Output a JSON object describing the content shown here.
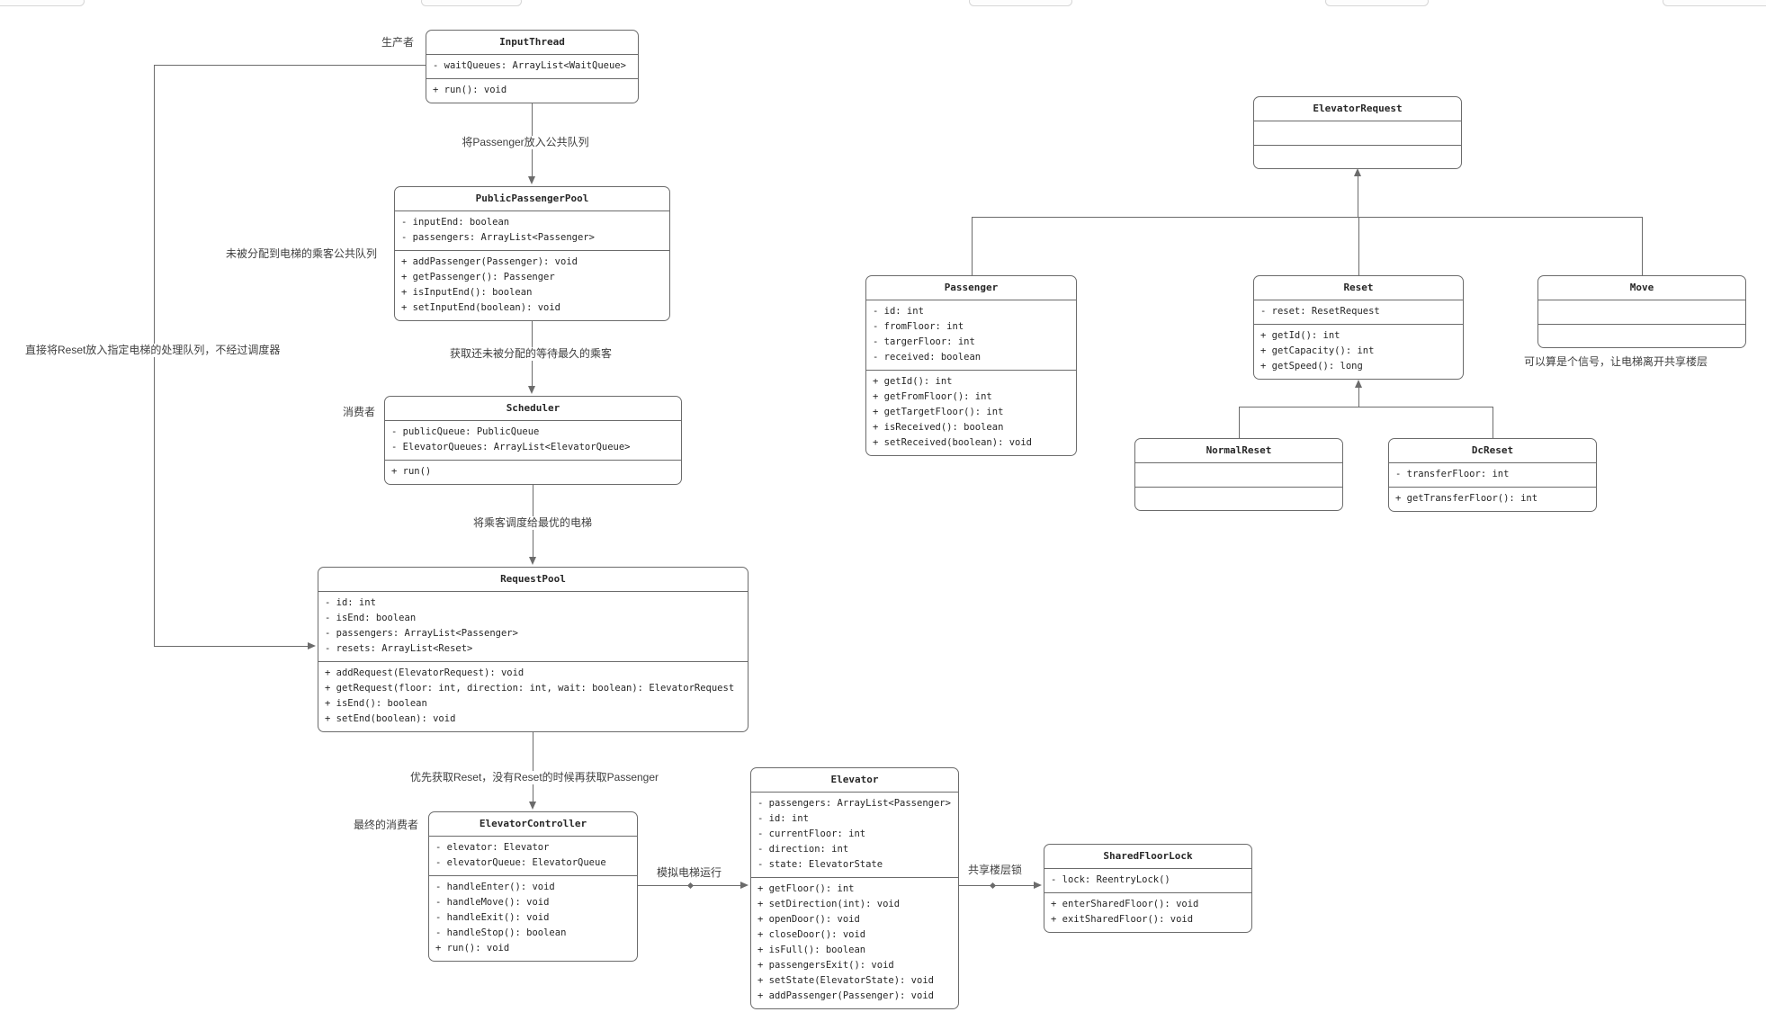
{
  "diagram": {
    "kind": "uml-class-diagram",
    "line_color": "#6b6b6b",
    "background": "#ffffff"
  },
  "classes": [
    {
      "name": "InputThread",
      "attributes": [
        "- waitQueues: ArrayList<WaitQueue>"
      ],
      "methods": [
        "+ run(): void"
      ]
    },
    {
      "name": "PublicPassengerPool",
      "attributes": [
        "- inputEnd: boolean",
        "- passengers: ArrayList<Passenger>"
      ],
      "methods": [
        "+ addPassenger(Passenger): void",
        "+ getPassenger(): Passenger",
        "+ isInputEnd(): boolean",
        "+ setInputEnd(boolean): void"
      ]
    },
    {
      "name": "Scheduler",
      "attributes": [
        "- publicQueue: PublicQueue",
        "- ElevatorQueues: ArrayList<ElevatorQueue>"
      ],
      "methods": [
        "+ run()"
      ]
    },
    {
      "name": "RequestPool",
      "attributes": [
        "- id: int",
        "- isEnd: boolean",
        "- passengers: ArrayList<Passenger>",
        "- resets: ArrayList<Reset>"
      ],
      "methods": [
        "+ addRequest(ElevatorRequest): void",
        "+ getRequest(floor: int, direction: int, wait: boolean): ElevatorRequest",
        "+ isEnd(): boolean",
        "+ setEnd(boolean): void"
      ]
    },
    {
      "name": "ElevatorController",
      "attributes": [
        "- elevator: Elevator",
        "- elevatorQueue: ElevatorQueue"
      ],
      "methods": [
        "- handleEnter(): void",
        "- handleMove(): void",
        "- handleExit(): void",
        "- handleStop(): boolean",
        "+ run(): void"
      ]
    },
    {
      "name": "Elevator",
      "attributes": [
        "- passengers: ArrayList<Passenger>",
        "- id: int",
        "- currentFloor: int",
        "- direction: int",
        "- state: ElevatorState"
      ],
      "methods": [
        "+ getFloor(): int",
        "+ setDirection(int): void",
        "+ openDoor(): void",
        "+ closeDoor(): void",
        "+ isFull(): boolean",
        "+ passengersExit(): void",
        "+ setState(ElevatorState): void",
        "+ addPassenger(Passenger): void"
      ]
    },
    {
      "name": "SharedFloorLock",
      "attributes": [
        "- lock: ReentryLock()"
      ],
      "methods": [
        "+ enterSharedFloor(): void",
        "+ exitSharedFloor(): void"
      ]
    },
    {
      "name": "ElevatorRequest",
      "attributes": [],
      "methods": []
    },
    {
      "name": "Passenger",
      "attributes": [
        "- id: int",
        "- fromFloor: int",
        "- targerFloor: int",
        "- received: boolean"
      ],
      "methods": [
        "+ getId(): int",
        "+ getFromFloor(): int",
        "+ getTargetFloor(): int",
        "+ isReceived(): boolean",
        "+ setReceived(boolean): void"
      ]
    },
    {
      "name": "Reset",
      "attributes": [
        "- reset: ResetRequest"
      ],
      "methods": [
        "+ getId(): int",
        "+ getCapacity(): int",
        "+ getSpeed(): long"
      ]
    },
    {
      "name": "Move",
      "attributes": [],
      "methods": []
    },
    {
      "name": "NormalReset",
      "attributes": [],
      "methods": []
    },
    {
      "name": "DcReset",
      "attributes": [
        "- transferFloor: int"
      ],
      "methods": [
        "+ getTransferFloor(): int"
      ]
    }
  ],
  "edges": [
    {
      "label": "将Passenger放入公共队列"
    },
    {
      "label": "获取还未被分配的等待最久的乘客"
    },
    {
      "label": "将乘客调度给最优的电梯"
    },
    {
      "label": "优先获取Reset，没有Reset的时候再获取Passenger"
    },
    {
      "label": "模拟电梯运行"
    },
    {
      "label": "共享楼层锁"
    }
  ],
  "annotations": {
    "producer": "生产者",
    "pool_note": "未被分配到电梯的乘客公共队列",
    "consumer": "消费者",
    "bypass_note": "直接将Reset放入指定电梯的处理队列，不经过调度器",
    "final_consumer": "最终的消费者",
    "move_note": "可以算是个信号，让电梯离开共享楼层"
  }
}
